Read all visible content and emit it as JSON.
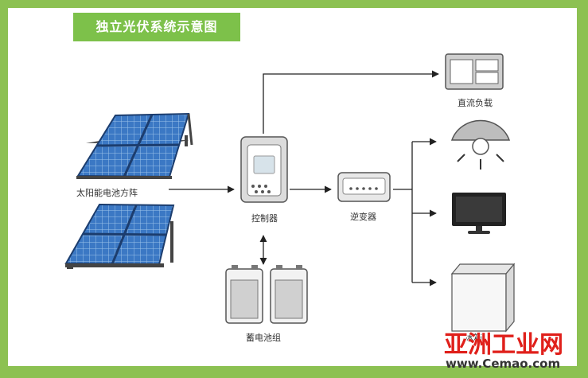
{
  "title": "独立光伏系统示意图",
  "labels": {
    "solar_array": "太阳能电池方阵",
    "controller": "控制器",
    "inverter": "逆变器",
    "battery": "蓄电池组",
    "dc_load": "直流负载",
    "fridge_partial": "冰箱"
  },
  "watermark": {
    "brand": "亚洲工业网",
    "url": "www.Cemao.com"
  },
  "colors": {
    "background_green": "#8cc152",
    "title_green": "#7dc14a",
    "solar_blue": "#3b78c4",
    "watermark_red": "#e0201b"
  }
}
